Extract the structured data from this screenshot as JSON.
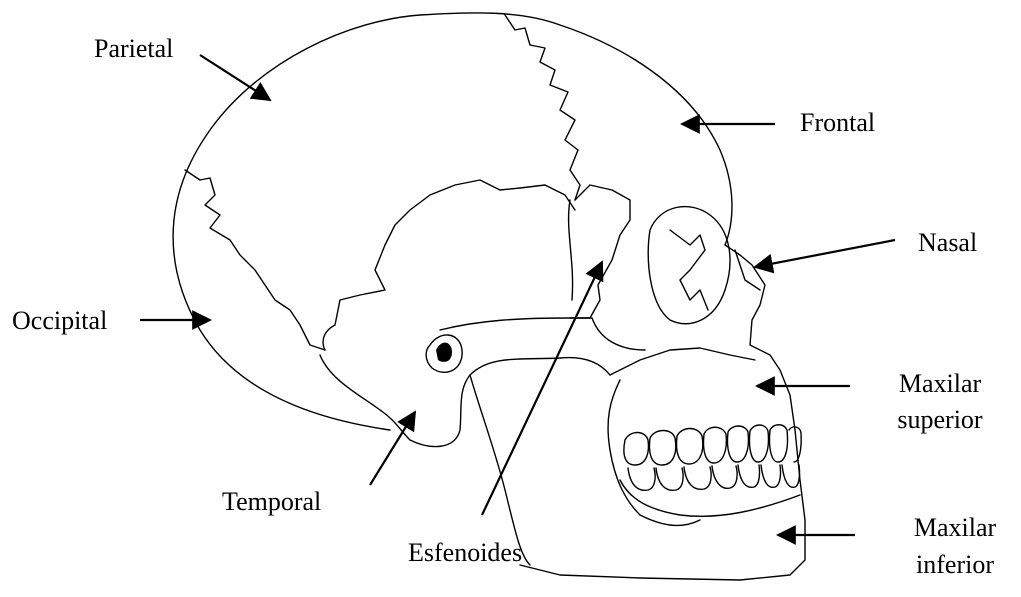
{
  "diagram": {
    "labels": {
      "parietal": "Parietal",
      "frontal": "Frontal",
      "nasal": "Nasal",
      "occipital": "Occipital",
      "maxilar_superior_line1": "Maxilar",
      "maxilar_superior_line2": "superior",
      "temporal": "Temporal",
      "esfenoides": "Esfenoides",
      "maxilar_inferior_line1": "Maxilar",
      "maxilar_inferior_line2": "inferior"
    },
    "colors": {
      "ink": "#000000",
      "background": "#ffffff"
    }
  }
}
